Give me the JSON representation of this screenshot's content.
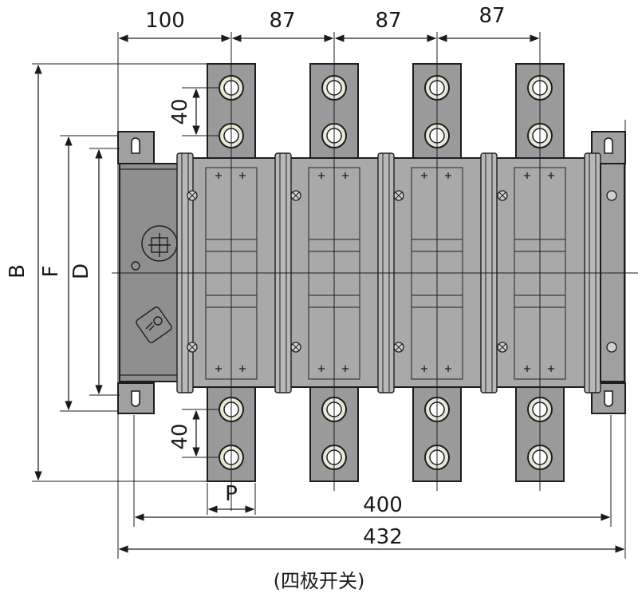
{
  "diagram": {
    "caption": "(四极开关)",
    "top_dimensions": [
      "100",
      "87",
      "87",
      "87"
    ],
    "left_dimensions": {
      "b": "B",
      "f": "F",
      "d": "D"
    },
    "terminal_spacing_top": "40",
    "terminal_spacing_bottom": "40",
    "terminal_width_label": "P",
    "inner_width": "400",
    "overall_width": "432",
    "pole_count": 4,
    "colors": {
      "body": "#a9a9a9",
      "body_dark": "#8f8f8f",
      "busbar": "#9a9a9a",
      "outline": "#1e1e1e",
      "bolt": "#e8e8d8"
    }
  }
}
